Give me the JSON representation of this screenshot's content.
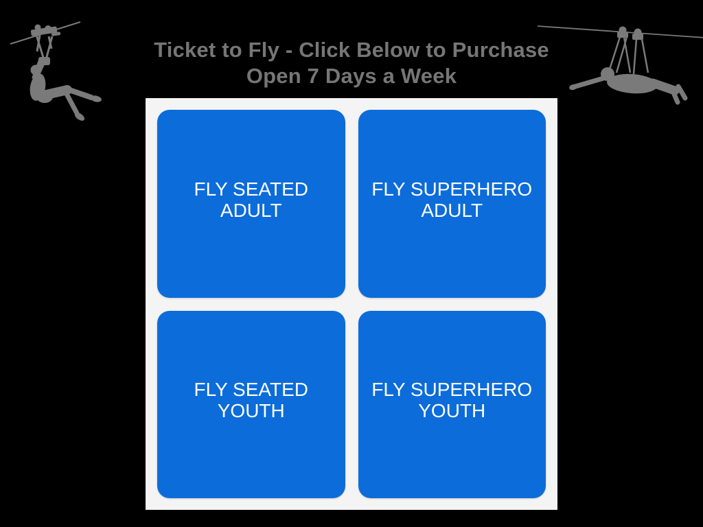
{
  "header": {
    "title_line1": "Ticket to Fly - Click Below to Purchase",
    "title_line2": "Open 7 Days a Week"
  },
  "tickets": [
    {
      "line1": "FLY SEATED",
      "line2": "ADULT",
      "label": "FLY SEATED ADULT"
    },
    {
      "line1": "FLY SUPERHERO",
      "line2": "ADULT",
      "label": "FLY SUPERHERO ADULT"
    },
    {
      "line1": "FLY SEATED",
      "line2": "YOUTH",
      "label": "FLY SEATED YOUTH"
    },
    {
      "line1": "FLY SUPERHERO",
      "line2": "YOUTH",
      "label": "FLY SUPERHERO YOUTH"
    }
  ],
  "icons": {
    "left": "zipline-rider-seated-icon",
    "right": "zipline-rider-superhero-icon"
  },
  "colors": {
    "background": "#000000",
    "panel": "#f4f4f4",
    "button": "#0c6cd9",
    "button_text": "#ffffff",
    "title_text": "#767676",
    "silhouette": "#7a7a7a"
  }
}
